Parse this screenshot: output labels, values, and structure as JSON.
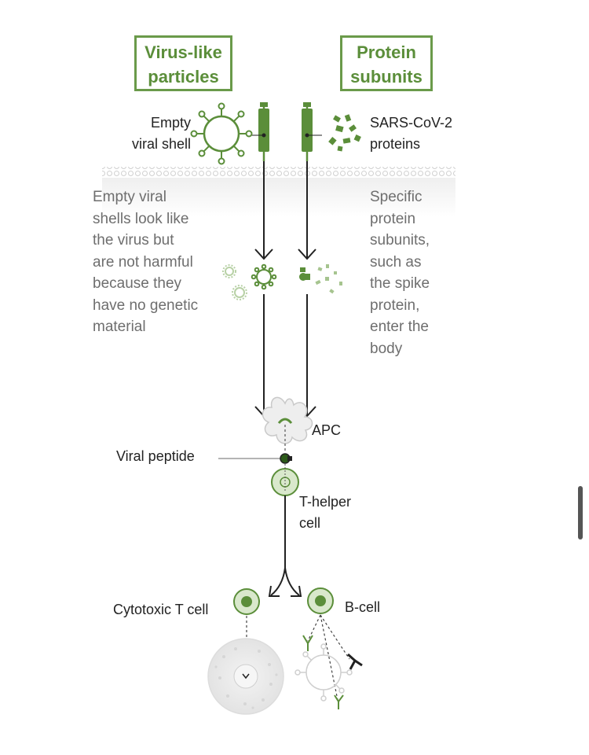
{
  "headers": {
    "left": [
      "Virus-like",
      "particles"
    ],
    "right": [
      "Protein",
      "subunits"
    ]
  },
  "labels": {
    "empty_shell": [
      "Empty",
      "viral shell"
    ],
    "proteins": [
      "SARS-CoV-2",
      "proteins"
    ],
    "apc": "APC",
    "viral_peptide": "Viral peptide",
    "t_helper": [
      "T-helper",
      "cell"
    ],
    "cytotoxic": "Cytotoxic T cell",
    "b_cell": "B-cell"
  },
  "descriptions": {
    "left": [
      "Empty viral",
      "shells look like",
      "the virus but",
      "are not harmful",
      "because they",
      "have no genetic",
      "material"
    ],
    "right": [
      "Specific",
      "protein",
      "subunits,",
      "such as",
      "the spike",
      "protein,",
      "enter the",
      "body"
    ]
  },
  "colors": {
    "green": "#5b8e3a",
    "green_fill": "#d9e8cc",
    "dark_green": "#2c5a1a",
    "line": "#222222",
    "grey_text": "#6e6e6e",
    "faint": "#c8c8c8"
  }
}
